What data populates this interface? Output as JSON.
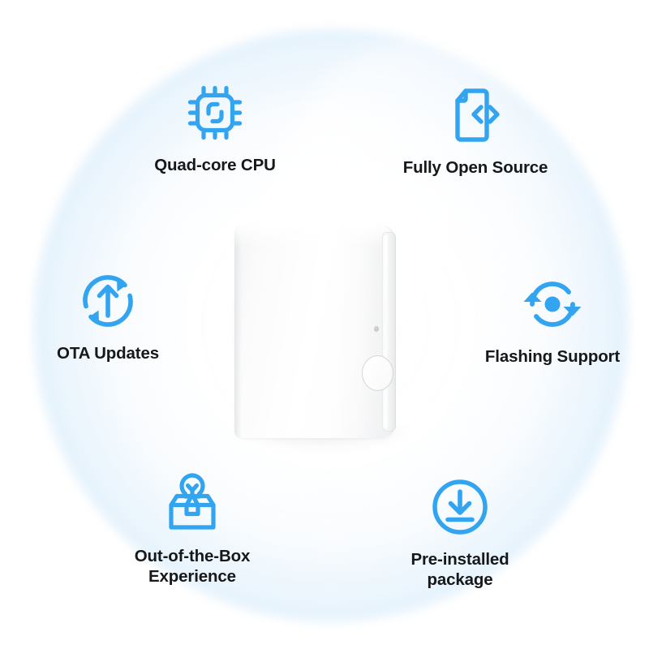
{
  "product": {
    "name": "smart-gateway-hub",
    "description": "White square smart home gateway device",
    "has_led_indicator": true,
    "has_pairing_button": true
  },
  "theme": {
    "accent_blue": "#32A4F0",
    "accent_blue_dark": "#1B8FE8",
    "text_color": "#17181a",
    "halo_blue": "#d3e9fa",
    "background": "#ffffff",
    "device_white": "#ffffff"
  },
  "features": [
    {
      "id": "cpu",
      "label": "Quad-core CPU",
      "icon": "cpu-chip-icon"
    },
    {
      "id": "opensource",
      "label": "Fully Open Source",
      "icon": "document-code-icon"
    },
    {
      "id": "ota",
      "label": "OTA Updates",
      "icon": "refresh-arrow-up-icon"
    },
    {
      "id": "flashing",
      "label": "Flashing Support",
      "icon": "refresh-dot-icon"
    },
    {
      "id": "oobe",
      "label": "Out-of-the-Box\nExperience",
      "icon": "open-box-lightbulb-icon"
    },
    {
      "id": "package",
      "label": "Pre-installed\npackage",
      "icon": "download-circle-icon"
    }
  ]
}
